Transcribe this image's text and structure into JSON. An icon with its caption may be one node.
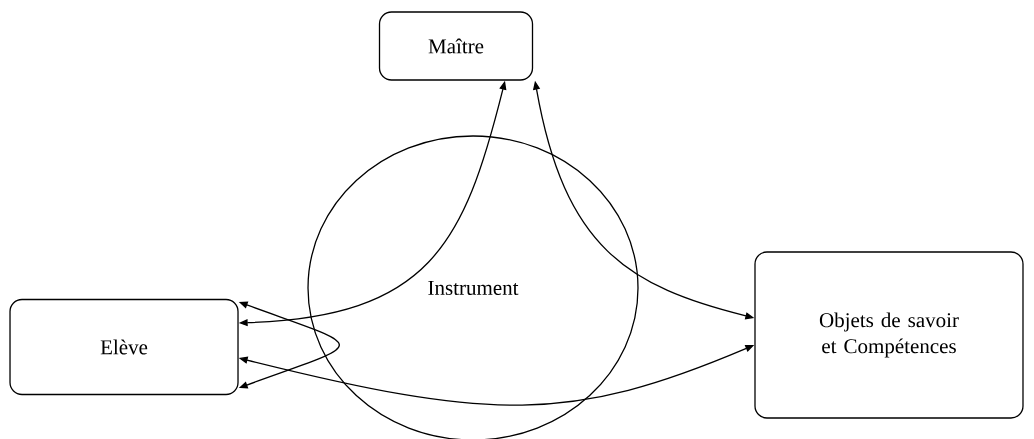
{
  "diagram": {
    "nodes": [
      {
        "text": [
          "Maître"
        ]
      },
      {
        "text": [
          "Elève"
        ]
      },
      {
        "text": [
          "Objets de savoir et Compétences"
        ]
      }
    ],
    "edges": [
      {
        "from": 1,
        "to": 0,
        "arrow": "both"
      },
      {
        "from": 0,
        "to": 2,
        "arrow": "both"
      },
      {
        "from": 1,
        "to": 2,
        "arrow": "both"
      },
      {
        "from": 1,
        "to": 1,
        "arrow": "both"
      }
    ],
    "labels": [
      "Instrument"
    ]
  }
}
